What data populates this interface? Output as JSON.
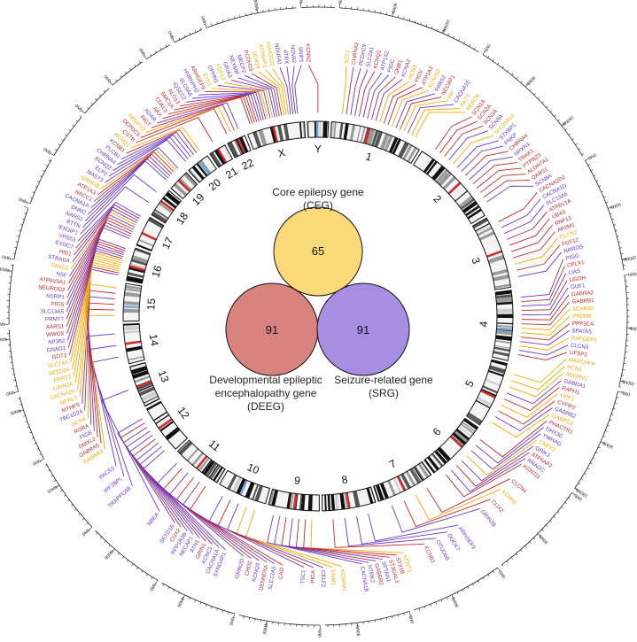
{
  "colors": {
    "ceg": "#f2a900",
    "deeg": "#c0282b",
    "srg": "#6a35c9",
    "venn_ceg_fill": "#fbd878",
    "venn_deeg_fill": "#d9837f",
    "venn_srg_fill": "#a88ee0",
    "band_red": "#d42b2b",
    "band_blue": "#6fa8dc"
  },
  "venn": {
    "ceg": {
      "title": "Core epilepsy gene",
      "abbr": "(CEG)",
      "count": "65"
    },
    "deeg": {
      "title_line1": "Developmental epileptic",
      "title_line2": "encephalopathy gene",
      "abbr": "(DEEG)",
      "count": "91"
    },
    "srg": {
      "title": "Seizure-related gene",
      "abbr": "(SRG)",
      "count": "91"
    }
  },
  "chromosomes": [
    {
      "label": "1",
      "size": 249,
      "scale": [
        "0Mb",
        "90Mb",
        "180Mb"
      ]
    },
    {
      "label": "2",
      "size": 243,
      "scale": [
        "0Mb",
        "90Mb",
        "180Mb"
      ]
    },
    {
      "label": "3",
      "size": 198,
      "scale": [
        "0Mb",
        "90Mb",
        "180Mb"
      ]
    },
    {
      "label": "4",
      "size": 190,
      "scale": [
        "0Mb",
        "90Mb",
        "180Mb"
      ]
    },
    {
      "label": "5",
      "size": 181,
      "scale": [
        "0Mb",
        "90Mb",
        "180Mb"
      ]
    },
    {
      "label": "6",
      "size": 171,
      "scale": [
        "0Mb",
        "90Mb"
      ]
    },
    {
      "label": "7",
      "size": 159,
      "scale": [
        "0Mb",
        "90Mb"
      ]
    },
    {
      "label": "8",
      "size": 145,
      "scale": [
        "0Mb",
        "90Mb"
      ]
    },
    {
      "label": "9",
      "size": 138,
      "scale": [
        "0Mb",
        "90Mb"
      ]
    },
    {
      "label": "10",
      "size": 134,
      "scale": [
        "0Mb",
        "90Mb"
      ]
    },
    {
      "label": "11",
      "size": 135,
      "scale": [
        "0Mb",
        "90Mb"
      ]
    },
    {
      "label": "12",
      "size": 133,
      "scale": [
        "0Mb",
        "90Mb"
      ]
    },
    {
      "label": "13",
      "size": 114,
      "scale": [
        "0Mb",
        "90Mb"
      ]
    },
    {
      "label": "14",
      "size": 107,
      "scale": [
        "0Mb",
        "90Mb"
      ]
    },
    {
      "label": "15",
      "size": 102,
      "scale": [
        "0Mb",
        "90Mb"
      ]
    },
    {
      "label": "16",
      "size": 90,
      "scale": [
        "0Mb"
      ]
    },
    {
      "label": "17",
      "size": 83,
      "scale": [
        "0Mb"
      ]
    },
    {
      "label": "18",
      "size": 80,
      "scale": [
        "0Mb"
      ]
    },
    {
      "label": "19",
      "size": 59,
      "scale": [
        "0Mb"
      ]
    },
    {
      "label": "20",
      "size": 64,
      "scale": [
        "0Mb"
      ]
    },
    {
      "label": "21",
      "size": 47,
      "scale": [
        "0Mb"
      ]
    },
    {
      "label": "22",
      "size": 51,
      "scale": [
        "0Mb"
      ]
    },
    {
      "label": "X",
      "size": 156,
      "scale": [
        "0Mb",
        "90Mb"
      ]
    },
    {
      "label": "Y",
      "size": 57,
      "scale": [
        "0Mb"
      ]
    }
  ],
  "genes": [
    {
      "name": "SZT2",
      "cat": "ceg",
      "chr": "1"
    },
    {
      "name": "CHRNA2",
      "cat": "deeg",
      "chr": "1"
    },
    {
      "name": "PCDH19",
      "cat": "srg",
      "chr": "1"
    },
    {
      "name": "SLC2A1",
      "cat": "srg",
      "chr": "1"
    },
    {
      "name": "KCNQ2",
      "cat": "deeg",
      "chr": "1"
    },
    {
      "name": "ATP1A2",
      "cat": "srg",
      "chr": "1"
    },
    {
      "name": "PIGC",
      "cat": "srg",
      "chr": "1"
    },
    {
      "name": "GNB1",
      "cat": "deeg",
      "chr": "1"
    },
    {
      "name": "KCNA2",
      "cat": "srg",
      "chr": "1"
    },
    {
      "name": "HCN3",
      "cat": "ceg",
      "chr": "1"
    },
    {
      "name": "PIGV",
      "cat": "deeg",
      "chr": "1"
    },
    {
      "name": "ATP1A3",
      "cat": "deeg",
      "chr": "1"
    },
    {
      "name": "KCNJ10",
      "cat": "ceg",
      "chr": "1"
    },
    {
      "name": "PARS2",
      "cat": "srg",
      "chr": "1"
    },
    {
      "name": "NECAP1",
      "cat": "deeg",
      "chr": "1"
    },
    {
      "name": "FH",
      "cat": "ceg",
      "chr": "1"
    },
    {
      "name": "CACNA1E",
      "cat": "srg",
      "chr": "1"
    },
    {
      "name": "AKT3",
      "cat": "ceg",
      "chr": "1"
    },
    {
      "name": "WDR26",
      "cat": "ceg",
      "chr": "1"
    },
    {
      "name": "SCN1A",
      "cat": "deeg",
      "chr": "2"
    },
    {
      "name": "SCN2A",
      "cat": "deeg",
      "chr": "2"
    },
    {
      "name": "SCN3A",
      "cat": "deeg",
      "chr": "2"
    },
    {
      "name": "SCN9A",
      "cat": "srg",
      "chr": "2"
    },
    {
      "name": "SLC25A12",
      "cat": "ceg",
      "chr": "2"
    },
    {
      "name": "STXBP1",
      "cat": "srg",
      "chr": "2"
    },
    {
      "name": "PNKP",
      "cat": "srg",
      "chr": "2"
    },
    {
      "name": "CHRNA4",
      "cat": "deeg",
      "chr": "2"
    },
    {
      "name": "NRXN1",
      "cat": "srg",
      "chr": "2"
    },
    {
      "name": "TRAK1",
      "cat": "deeg",
      "chr": "2"
    },
    {
      "name": "PTPN23",
      "cat": "deeg",
      "chr": "2"
    },
    {
      "name": "ALDH7A1",
      "cat": "deeg",
      "chr": "2"
    },
    {
      "name": "QARS1",
      "cat": "deeg",
      "chr": "2"
    },
    {
      "name": "SCN8A",
      "cat": "srg",
      "chr": "2"
    },
    {
      "name": "CACNA2D2",
      "cat": "deeg",
      "chr": "3"
    },
    {
      "name": "CACNA1D",
      "cat": "srg",
      "chr": "3"
    },
    {
      "name": "SLC13A5",
      "cat": "srg",
      "chr": "3"
    },
    {
      "name": "ATP6V1A",
      "cat": "deeg",
      "chr": "3"
    },
    {
      "name": "UBA5",
      "cat": "deeg",
      "chr": "3"
    },
    {
      "name": "RNF13",
      "cat": "deeg",
      "chr": "3"
    },
    {
      "name": "AP2M1",
      "cat": "deeg",
      "chr": "3"
    },
    {
      "name": "CLCN2",
      "cat": "ceg",
      "chr": "3"
    },
    {
      "name": "FGF12",
      "cat": "deeg",
      "chr": "3"
    },
    {
      "name": "NRROS",
      "cat": "srg",
      "chr": "3"
    },
    {
      "name": "PIGG",
      "cat": "srg",
      "chr": "4"
    },
    {
      "name": "CPLX1",
      "cat": "deeg",
      "chr": "4"
    },
    {
      "name": "LIAS",
      "cat": "srg",
      "chr": "4"
    },
    {
      "name": "UGDH",
      "cat": "deeg",
      "chr": "4"
    },
    {
      "name": "GUF1",
      "cat": "srg",
      "chr": "4"
    },
    {
      "name": "GABRA2",
      "cat": "deeg",
      "chr": "4"
    },
    {
      "name": "GABRB1",
      "cat": "deeg",
      "chr": "4"
    },
    {
      "name": "SCARB2",
      "cat": "ceg",
      "chr": "4"
    },
    {
      "name": "PRDM8",
      "cat": "ceg",
      "chr": "4"
    },
    {
      "name": "PPP3CA",
      "cat": "deeg",
      "chr": "4"
    },
    {
      "name": "SPATA5",
      "cat": "srg",
      "chr": "4"
    },
    {
      "name": "RAPGEF2",
      "cat": "ceg",
      "chr": "4"
    },
    {
      "name": "CLCN3",
      "cat": "srg",
      "chr": "4"
    },
    {
      "name": "UFSP2",
      "cat": "deeg",
      "chr": "4"
    },
    {
      "name": "MARCHF6",
      "cat": "ceg",
      "chr": "5"
    },
    {
      "name": "HCN1",
      "cat": "ceg",
      "chr": "5"
    },
    {
      "name": "ADGRV1",
      "cat": "ceg",
      "chr": "5"
    },
    {
      "name": "GABRA1",
      "cat": "srg",
      "chr": "5"
    },
    {
      "name": "RAPH1",
      "cat": "deeg",
      "chr": "5"
    },
    {
      "name": "YIPF2",
      "cat": "ceg",
      "chr": "5"
    },
    {
      "name": "CYFIP2",
      "cat": "deeg",
      "chr": "5"
    },
    {
      "name": "GABRB2",
      "cat": "srg",
      "chr": "5"
    },
    {
      "name": "GABRG2",
      "cat": "ceg",
      "chr": "5"
    },
    {
      "name": "PHACTR1",
      "cat": "deeg",
      "chr": "6"
    },
    {
      "name": "DHX30",
      "cat": "srg",
      "chr": "6"
    },
    {
      "name": "YWHAG",
      "cat": "srg",
      "chr": "6"
    },
    {
      "name": "CNPY3",
      "cat": "ceg",
      "chr": "6"
    },
    {
      "name": "GRIK2",
      "cat": "srg",
      "chr": "6"
    },
    {
      "name": "ATP6AP2",
      "cat": "deeg",
      "chr": "6"
    },
    {
      "name": "RRAGC",
      "cat": "srg",
      "chr": "6"
    },
    {
      "name": "KCNJ11",
      "cat": "deeg",
      "chr": "6"
    },
    {
      "name": "CLCN4",
      "cat": "deeg",
      "chr": "7"
    },
    {
      "name": "KCNH1",
      "cat": "ceg",
      "chr": "7"
    },
    {
      "name": "CUX2",
      "cat": "deeg",
      "chr": "7"
    },
    {
      "name": "GRIN2B",
      "cat": "srg",
      "chr": "7"
    },
    {
      "name": "ARHGEF9",
      "cat": "srg",
      "chr": "8"
    },
    {
      "name": "DOCK7",
      "cat": "srg",
      "chr": "8"
    },
    {
      "name": "OTUD6B",
      "cat": "srg",
      "chr": "8"
    },
    {
      "name": "KCNB1",
      "cat": "deeg",
      "chr": "8"
    },
    {
      "name": "KCNT1",
      "cat": "ceg",
      "chr": "9"
    },
    {
      "name": "STX1B",
      "cat": "deeg",
      "chr": "9"
    },
    {
      "name": "ST3GAL3",
      "cat": "deeg",
      "chr": "9"
    },
    {
      "name": "SPTAN1",
      "cat": "srg",
      "chr": "9"
    },
    {
      "name": "GABBR2",
      "cat": "deeg",
      "chr": "9"
    },
    {
      "name": "NTRK2",
      "cat": "srg",
      "chr": "9"
    },
    {
      "name": "CACNA1B",
      "cat": "srg",
      "chr": "9"
    },
    {
      "name": "KCNMA1",
      "cat": "ceg",
      "chr": "10"
    },
    {
      "name": "DNM1",
      "cat": "ceg",
      "chr": "10"
    },
    {
      "name": "CELF2",
      "cat": "srg",
      "chr": "10"
    },
    {
      "name": "PIGA",
      "cat": "deeg",
      "chr": "10"
    },
    {
      "name": "TSC1",
      "cat": "srg",
      "chr": "10"
    },
    {
      "name": "CAD",
      "cat": "deeg",
      "chr": "11"
    },
    {
      "name": "SLC12A5",
      "cat": "srg",
      "chr": "11"
    },
    {
      "name": "DENND5A",
      "cat": "deeg",
      "chr": "11"
    },
    {
      "name": "KCNQ3",
      "cat": "srg",
      "chr": "11"
    },
    {
      "name": "CHD2",
      "cat": "deeg",
      "chr": "11"
    },
    {
      "name": "GRIN2D",
      "cat": "srg",
      "chr": "11"
    },
    {
      "name": "SYNGAP1",
      "cat": "srg",
      "chr": "12"
    },
    {
      "name": "CACNA1A",
      "cat": "srg",
      "chr": "12"
    },
    {
      "name": "KCNC1",
      "cat": "srg",
      "chr": "12"
    },
    {
      "name": "GRIN1",
      "cat": "deeg",
      "chr": "12"
    },
    {
      "name": "ATN1",
      "cat": "srg",
      "chr": "12"
    },
    {
      "name": "NECAP1",
      "cat": "srg",
      "chr": "12"
    },
    {
      "name": "PPP1R3B",
      "cat": "srg",
      "chr": "12"
    },
    {
      "name": "CUX2",
      "cat": "deeg",
      "chr": "12"
    },
    {
      "name": "SETD1B",
      "cat": "srg",
      "chr": "12"
    },
    {
      "name": "NBEA",
      "cat": "srg",
      "chr": "13"
    },
    {
      "name": "TRAPPC6B",
      "cat": "srg",
      "chr": "14"
    },
    {
      "name": "IRF2BPL",
      "cat": "srg",
      "chr": "14"
    },
    {
      "name": "PACS2",
      "cat": "srg",
      "chr": "14"
    },
    {
      "name": "GABRB3",
      "cat": "ceg",
      "chr": "15"
    },
    {
      "name": "GABRA5",
      "cat": "deeg",
      "chr": "15"
    },
    {
      "name": "DMXL2",
      "cat": "deeg",
      "chr": "15"
    },
    {
      "name": "PIGB",
      "cat": "srg",
      "chr": "15"
    },
    {
      "name": "RORA",
      "cat": "deeg",
      "chr": "15"
    },
    {
      "name": "HCN4",
      "cat": "ceg",
      "chr": "15"
    },
    {
      "name": "TBC1D24",
      "cat": "srg",
      "chr": "16"
    },
    {
      "name": "MTHFS",
      "cat": "deeg",
      "chr": "16"
    },
    {
      "name": "NPRL3",
      "cat": "ceg",
      "chr": "16"
    },
    {
      "name": "CACNA1H",
      "cat": "ceg",
      "chr": "16"
    },
    {
      "name": "GRIN2A",
      "cat": "ceg",
      "chr": "16"
    },
    {
      "name": "PRRT2",
      "cat": "ceg",
      "chr": "16"
    },
    {
      "name": "SETD1A",
      "cat": "ceg",
      "chr": "16"
    },
    {
      "name": "SLC7A5",
      "cat": "ceg",
      "chr": "16"
    },
    {
      "name": "GOT2",
      "cat": "deeg",
      "chr": "16"
    },
    {
      "name": "GNAO1",
      "cat": "srg",
      "chr": "16"
    },
    {
      "name": "AP3B2",
      "cat": "srg",
      "chr": "16"
    },
    {
      "name": "WWOX",
      "cat": "deeg",
      "chr": "16"
    },
    {
      "name": "AARS1",
      "cat": "deeg",
      "chr": "16"
    },
    {
      "name": "PRMT7",
      "cat": "srg",
      "chr": "16"
    },
    {
      "name": "SLC13A5",
      "cat": "srg",
      "chr": "17"
    },
    {
      "name": "PIGS",
      "cat": "deeg",
      "chr": "17"
    },
    {
      "name": "NSRP1",
      "cat": "srg",
      "chr": "17"
    },
    {
      "name": "NEUROD2",
      "cat": "deeg",
      "chr": "17"
    },
    {
      "name": "ATP6V0A1",
      "cat": "deeg",
      "chr": "17"
    },
    {
      "name": "NSF",
      "cat": "srg",
      "chr": "17"
    },
    {
      "name": "TANC2",
      "cat": "ceg",
      "chr": "17"
    },
    {
      "name": "STRADA",
      "cat": "srg",
      "chr": "17"
    },
    {
      "name": "HID1",
      "cat": "deeg",
      "chr": "17"
    },
    {
      "name": "EXOC7",
      "cat": "srg",
      "chr": "17"
    },
    {
      "name": "VPS53",
      "cat": "srg",
      "chr": "17"
    },
    {
      "name": "IER3IP1",
      "cat": "srg",
      "chr": "18"
    },
    {
      "name": "NARS1",
      "cat": "srg",
      "chr": "19"
    },
    {
      "name": "RTTN",
      "cat": "srg",
      "chr": "18"
    },
    {
      "name": "DNM2",
      "cat": "srg",
      "chr": "19"
    },
    {
      "name": "CACNA1A",
      "cat": "srg",
      "chr": "19"
    },
    {
      "name": "NACC1",
      "cat": "deeg",
      "chr": "19"
    },
    {
      "name": "ATP1A3",
      "cat": "deeg",
      "chr": "19"
    },
    {
      "name": "GRIN3B",
      "cat": "ceg",
      "chr": "19"
    },
    {
      "name": "MAST3",
      "cat": "srg",
      "chr": "19"
    },
    {
      "name": "ELP2",
      "cat": "srg",
      "chr": "20"
    },
    {
      "name": "KCNQ2",
      "cat": "srg",
      "chr": "20"
    },
    {
      "name": "CHRNA4",
      "cat": "srg",
      "chr": "20"
    },
    {
      "name": "PLCB1",
      "cat": "srg",
      "chr": "20"
    },
    {
      "name": "KCNB1",
      "cat": "deeg",
      "chr": "20"
    },
    {
      "name": "KCNQ1",
      "cat": "ceg",
      "chr": "20"
    },
    {
      "name": "CSTB",
      "cat": "deeg",
      "chr": "21"
    },
    {
      "name": "DEPDC5",
      "cat": "deeg",
      "chr": "22"
    },
    {
      "name": "NDUFV2",
      "cat": "ceg",
      "chr": "22"
    },
    {
      "name": "PIGT",
      "cat": "deeg",
      "chr": "22"
    },
    {
      "name": "ADAR",
      "cat": "srg",
      "chr": "22"
    },
    {
      "name": "ARX",
      "cat": "deeg",
      "chr": "X"
    },
    {
      "name": "CDKL5",
      "cat": "deeg",
      "chr": "X"
    },
    {
      "name": "SMC1A",
      "cat": "deeg",
      "chr": "X"
    },
    {
      "name": "ALG13",
      "cat": "deeg",
      "chr": "X"
    },
    {
      "name": "IQSEC2",
      "cat": "srg",
      "chr": "X"
    },
    {
      "name": "SLC9A6",
      "cat": "srg",
      "chr": "X"
    },
    {
      "name": "HNRNPH2",
      "cat": "srg",
      "chr": "X"
    },
    {
      "name": "ARHGEF9",
      "cat": "deeg",
      "chr": "X"
    },
    {
      "name": "SYN1",
      "cat": "ceg",
      "chr": "X"
    },
    {
      "name": "OPHN1",
      "cat": "srg",
      "chr": "X"
    },
    {
      "name": "FGF13",
      "cat": "ceg",
      "chr": "X"
    },
    {
      "name": "GRIA3",
      "cat": "srg",
      "chr": "X"
    },
    {
      "name": "NEXMIF",
      "cat": "srg",
      "chr": "X"
    },
    {
      "name": "MECP2",
      "cat": "srg",
      "chr": "X"
    },
    {
      "name": "PCDH19",
      "cat": "deeg",
      "chr": "X"
    },
    {
      "name": "DDX3X",
      "cat": "ceg",
      "chr": "X"
    },
    {
      "name": "ATP6AP2",
      "cat": "ceg",
      "chr": "X"
    },
    {
      "name": "KIAA2022",
      "cat": "ceg",
      "chr": "X"
    },
    {
      "name": "NDUFA1",
      "cat": "srg",
      "chr": "X"
    },
    {
      "name": "ATRX",
      "cat": "srg",
      "chr": "X"
    },
    {
      "name": "NOVA2",
      "cat": "srg",
      "chr": "X"
    },
    {
      "name": "SNIP1",
      "cat": "srg",
      "chr": "X"
    },
    {
      "name": "KCNN2",
      "cat": "deeg",
      "chr": "Y"
    }
  ]
}
